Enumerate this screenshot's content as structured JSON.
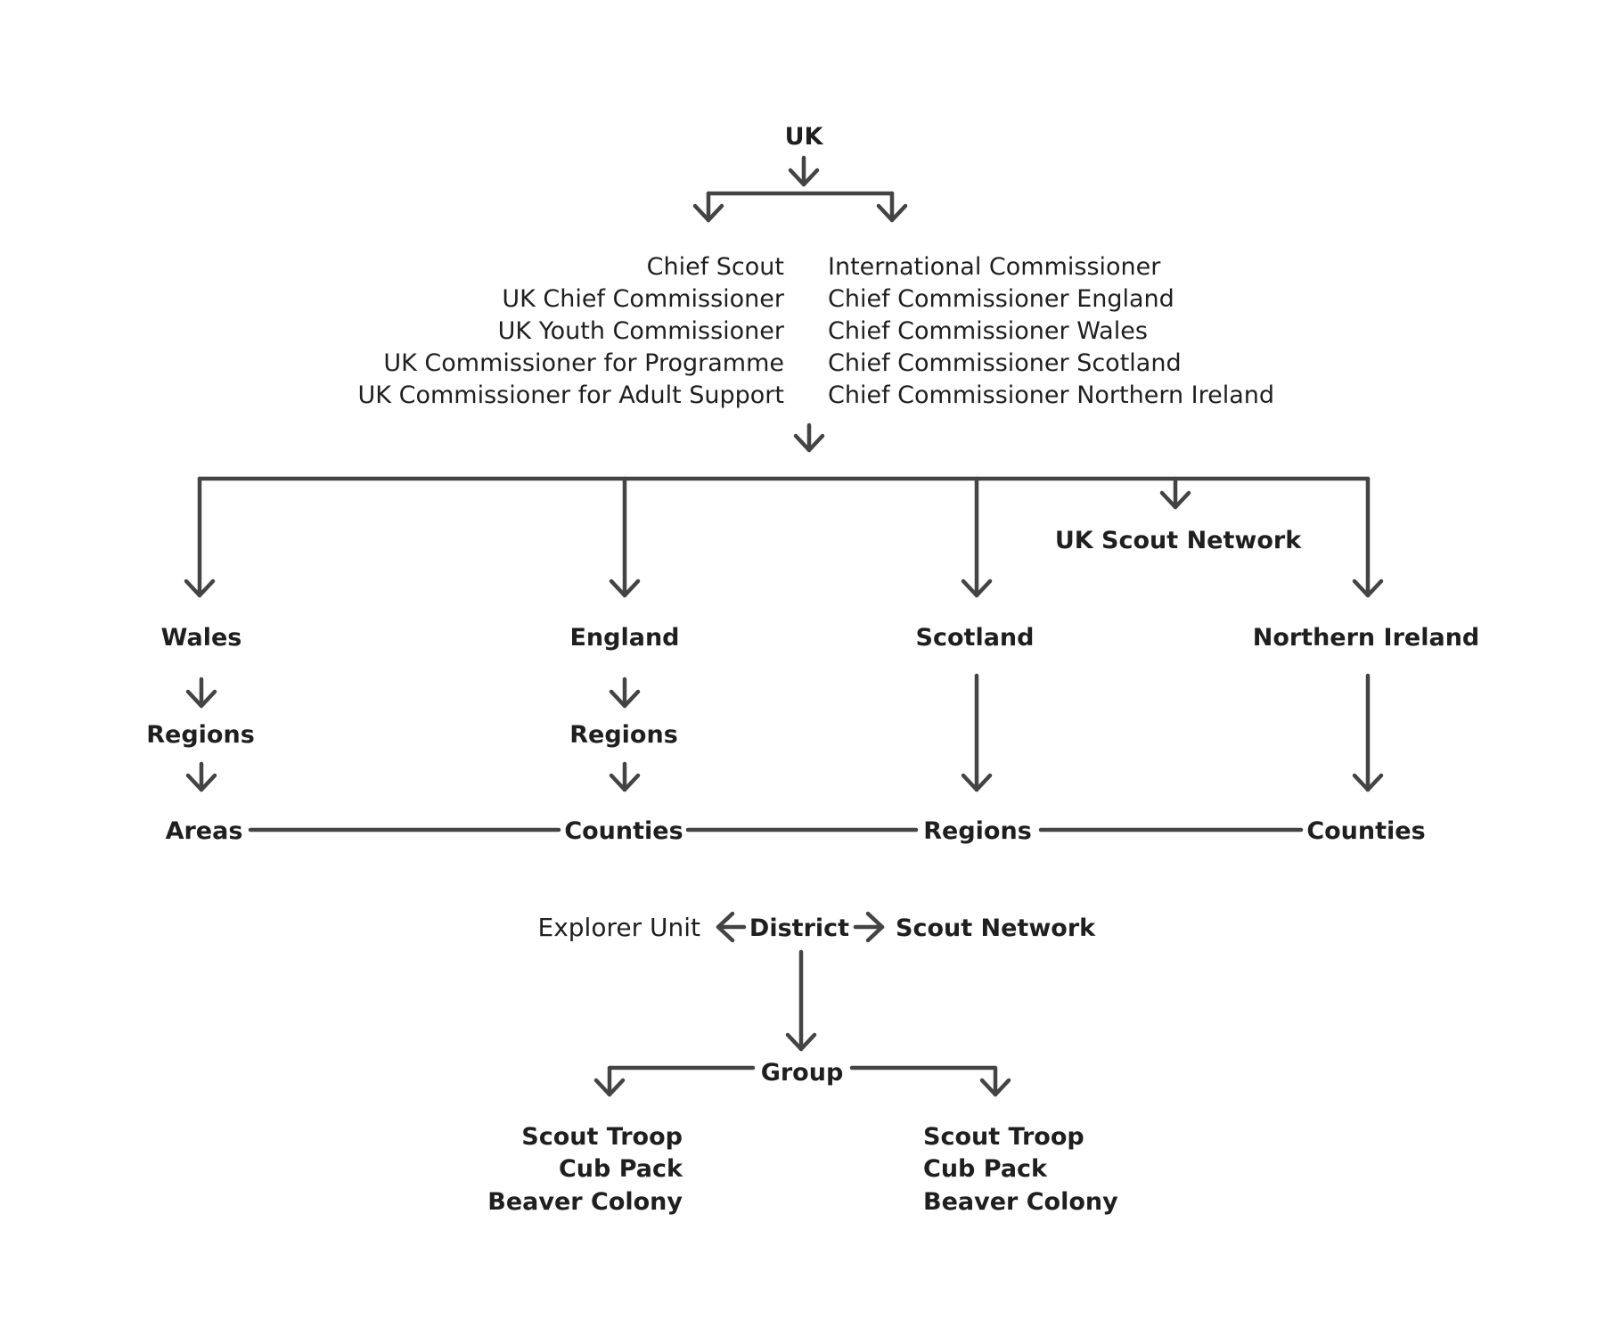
{
  "nodes": {
    "uk": "UK",
    "leadership_left": [
      "Chief Scout",
      "UK Chief Commissioner",
      "UK Youth Commissioner",
      "UK Commissioner for Programme",
      "UK Commissioner for Adult Support"
    ],
    "leadership_right": [
      "International Commissioner",
      "Chief Commissioner England",
      "Chief Commissioner Wales",
      "Chief Commissioner Scotland",
      "Chief Commissioner Northern Ireland"
    ],
    "uk_scout_network": "UK Scout Network",
    "wales": "Wales",
    "england": "England",
    "scotland": "Scotland",
    "northern_ireland": "Northern Ireland",
    "wales_regions": "Regions",
    "england_regions": "Regions",
    "areas": "Areas",
    "england_counties": "Counties",
    "scotland_regions": "Regions",
    "ni_counties": "Counties",
    "explorer_unit": "Explorer Unit",
    "district": "District",
    "scout_network": "Scout Network",
    "group": "Group",
    "sections_left": [
      "Scout Troop",
      "Cub Pack",
      "Beaver Colony"
    ],
    "sections_right": [
      "Scout Troop",
      "Cub Pack",
      "Beaver Colony"
    ]
  },
  "colors": {
    "line": "#444444",
    "text": "#1f1f1f",
    "background": "#ffffff"
  }
}
